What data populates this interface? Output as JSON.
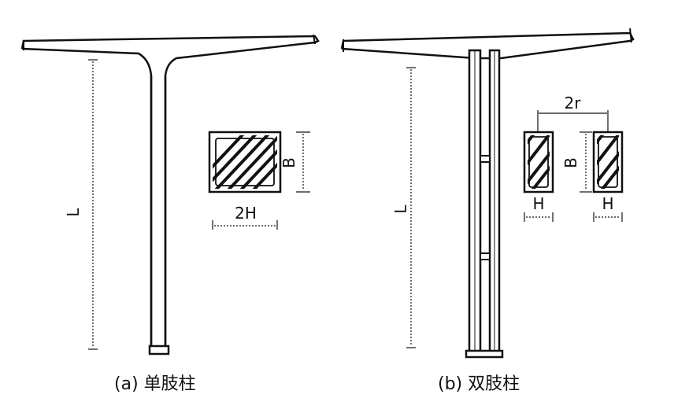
{
  "panel_a": {
    "caption": "(a) 单肢柱",
    "height_label": "L",
    "section_height_label": "B",
    "section_width_label": "2H"
  },
  "panel_b": {
    "caption": "(b) 双肢柱",
    "height_label": "L",
    "spacing_label": "2r",
    "section_height_label": "B",
    "left_width_label": "H",
    "right_width_label": "H"
  }
}
